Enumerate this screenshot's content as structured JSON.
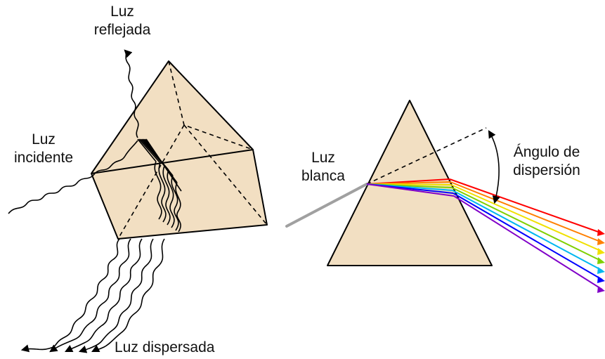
{
  "labels": {
    "reflected": [
      "Luz",
      "reflejada"
    ],
    "incident": [
      "Luz",
      "incidente"
    ],
    "scattered": "Luz dispersada",
    "white": [
      "Luz",
      "blanca"
    ],
    "angle": [
      "Ángulo de",
      "dispersión"
    ]
  },
  "colors": {
    "prism_fill": "#f2dfc2",
    "outline": "#000000",
    "white_ray": "#a0a0a0",
    "spectrum": [
      "#ff0000",
      "#ff7f00",
      "#f0e000",
      "#7fd000",
      "#00b7f0",
      "#0000ff",
      "#8000c8"
    ]
  }
}
